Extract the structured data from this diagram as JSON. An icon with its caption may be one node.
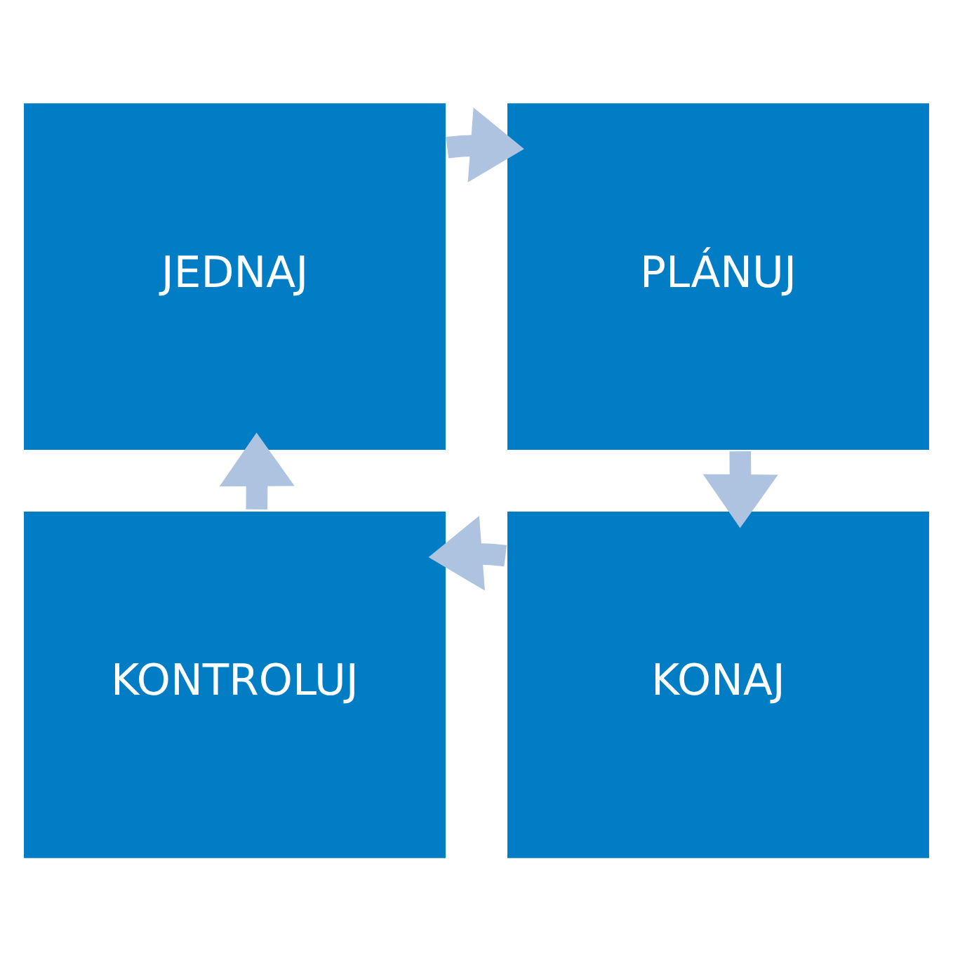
{
  "diagram": {
    "nodes": [
      {
        "text": [
          "JEDNAJ"
        ]
      },
      {
        "text": [
          "PLÁNUJ"
        ]
      },
      {
        "text": [
          "KONTROLUJ"
        ]
      },
      {
        "text": [
          "KONAJ"
        ]
      }
    ],
    "edges": [
      {
        "from": 0,
        "to": 1,
        "arrow": "to"
      },
      {
        "from": 1,
        "to": 3,
        "arrow": "to"
      },
      {
        "from": 3,
        "to": 2,
        "arrow": "to"
      },
      {
        "from": 2,
        "to": 0,
        "arrow": "to"
      }
    ]
  }
}
